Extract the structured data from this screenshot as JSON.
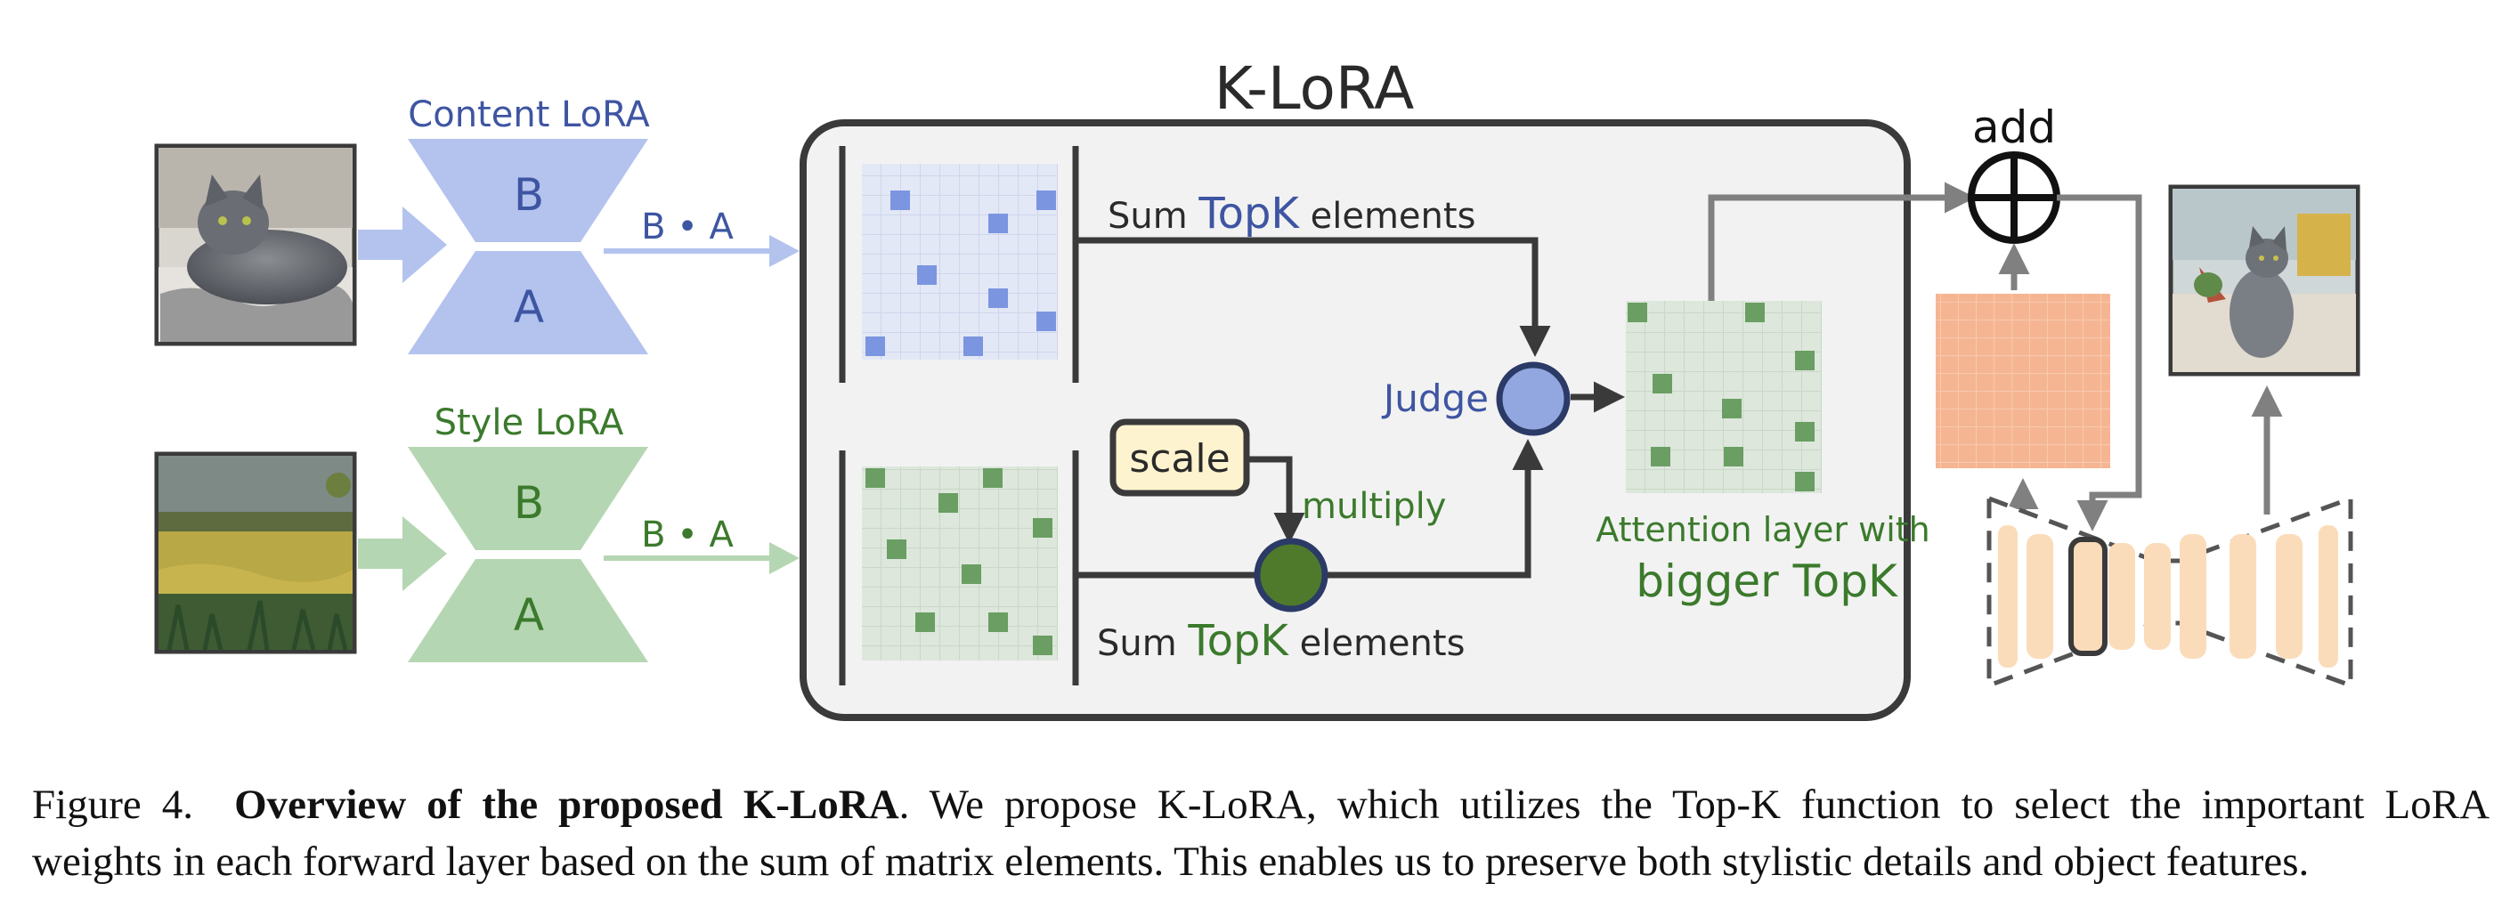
{
  "figure": {
    "main_title": "K-LoRA",
    "content_lora": {
      "title": "Content LoRA",
      "top": "B",
      "bottom": "A",
      "output": "B • A"
    },
    "style_lora": {
      "title": "Style LoRA",
      "top": "B",
      "bottom": "A",
      "output": "B • A"
    },
    "upper_path": {
      "prefix": "Sum ",
      "key": "TopK",
      "suffix": " elements"
    },
    "lower_path": {
      "prefix": "Sum ",
      "key": "TopK",
      "suffix": " elements"
    },
    "scale_label": "scale",
    "multiply_label": "multiply",
    "judge_label": "Judge",
    "attention_line1": "Attention layer with",
    "attention_line2": "bigger TopK",
    "add_label": "add",
    "colors": {
      "content_blue": "#b3c3ee",
      "content_text": "#3e55a2",
      "style_green": "#b5d6b2",
      "style_text": "#3b7a2c",
      "panel_bg": "#f2f2f2",
      "unet_orange": "#fbdcba",
      "orange_grid": "#f5b593"
    }
  },
  "caption": {
    "label": "Figure 4.",
    "bold_title": "Overview of the proposed K-LoRA",
    "text_line1": ". We propose K-LoRA, which utilizes the Top-K function to select the important LoRA",
    "text_line2": "weights in each forward layer based on the sum of matrix elements. This enables us to preserve both stylistic details and object features."
  }
}
